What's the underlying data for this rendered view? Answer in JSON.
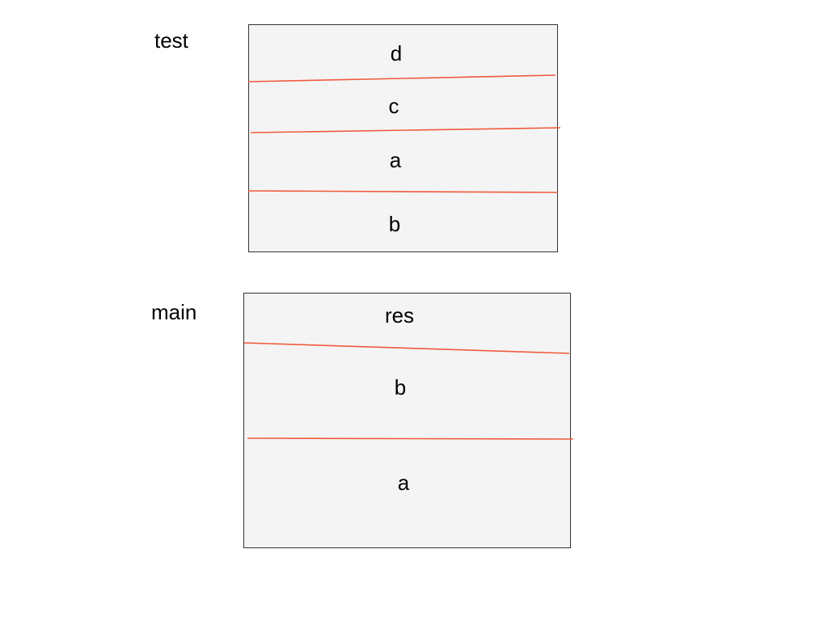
{
  "diagram": {
    "divider_color": "#f05a3c",
    "frame_background": "#f4f4f4",
    "frames": [
      {
        "title": "test",
        "cells": [
          "d",
          "c",
          "a",
          "b"
        ]
      },
      {
        "title": "main",
        "cells": [
          "res",
          "b",
          "a"
        ]
      }
    ]
  }
}
